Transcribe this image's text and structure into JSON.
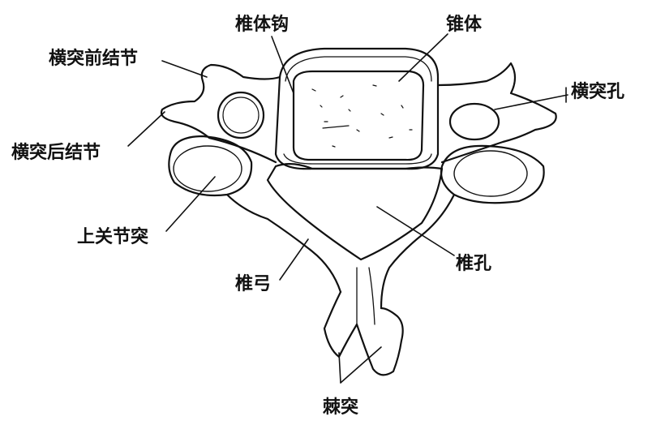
{
  "labels": {
    "uncinate_process": "椎体钩",
    "vertebral_body": "锥体",
    "anterior_tubercle": "横突前结节",
    "transverse_foramen": "横突孔",
    "posterior_tubercle": "横突后结节",
    "superior_articular_process": "上关节突",
    "vertebral_foramen": "椎孔",
    "vertebral_arch": "椎弓",
    "spinous_process": "棘突"
  },
  "colors": {
    "line": "#111111",
    "background": "#ffffff"
  }
}
